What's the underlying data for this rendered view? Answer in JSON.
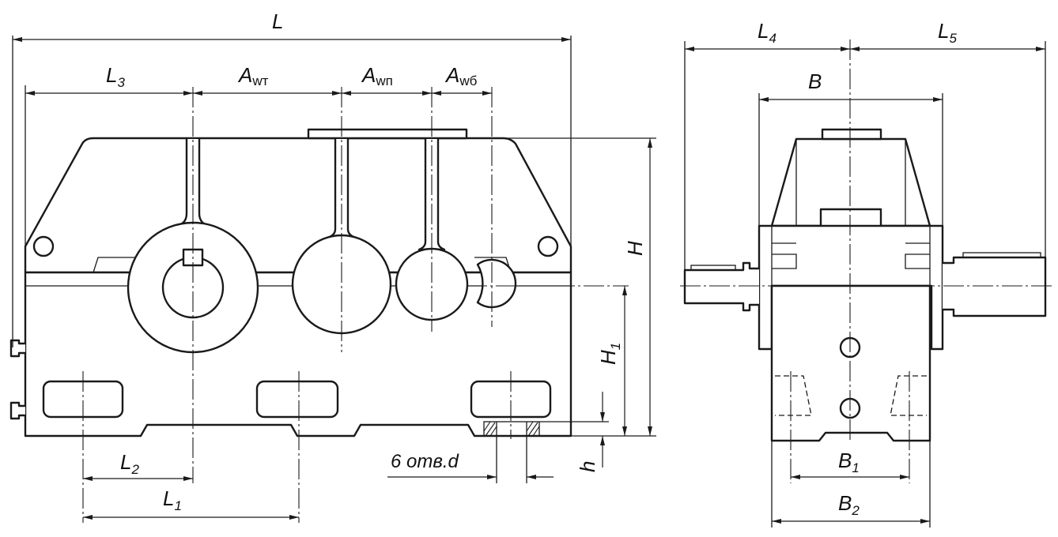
{
  "labels": {
    "L": {
      "main": "L"
    },
    "L1": {
      "main": "L",
      "sub": "1"
    },
    "L2": {
      "main": "L",
      "sub": "2"
    },
    "L3": {
      "main": "L",
      "sub": "3"
    },
    "L4": {
      "main": "L",
      "sub": "4"
    },
    "L5": {
      "main": "L",
      "sub": "5"
    },
    "Awt": {
      "main": "A",
      "sub": "wт"
    },
    "Awp": {
      "main": "A",
      "sub": "wп"
    },
    "Awb": {
      "main": "A",
      "sub": "wб"
    },
    "H": {
      "main": "H"
    },
    "H1": {
      "main": "H",
      "sub": "1"
    },
    "h": {
      "main": "h"
    },
    "B": {
      "main": "B"
    },
    "B1": {
      "main": "B",
      "sub": "1"
    },
    "B2": {
      "main": "B",
      "sub": "2"
    },
    "holes": "6 отв.d"
  }
}
